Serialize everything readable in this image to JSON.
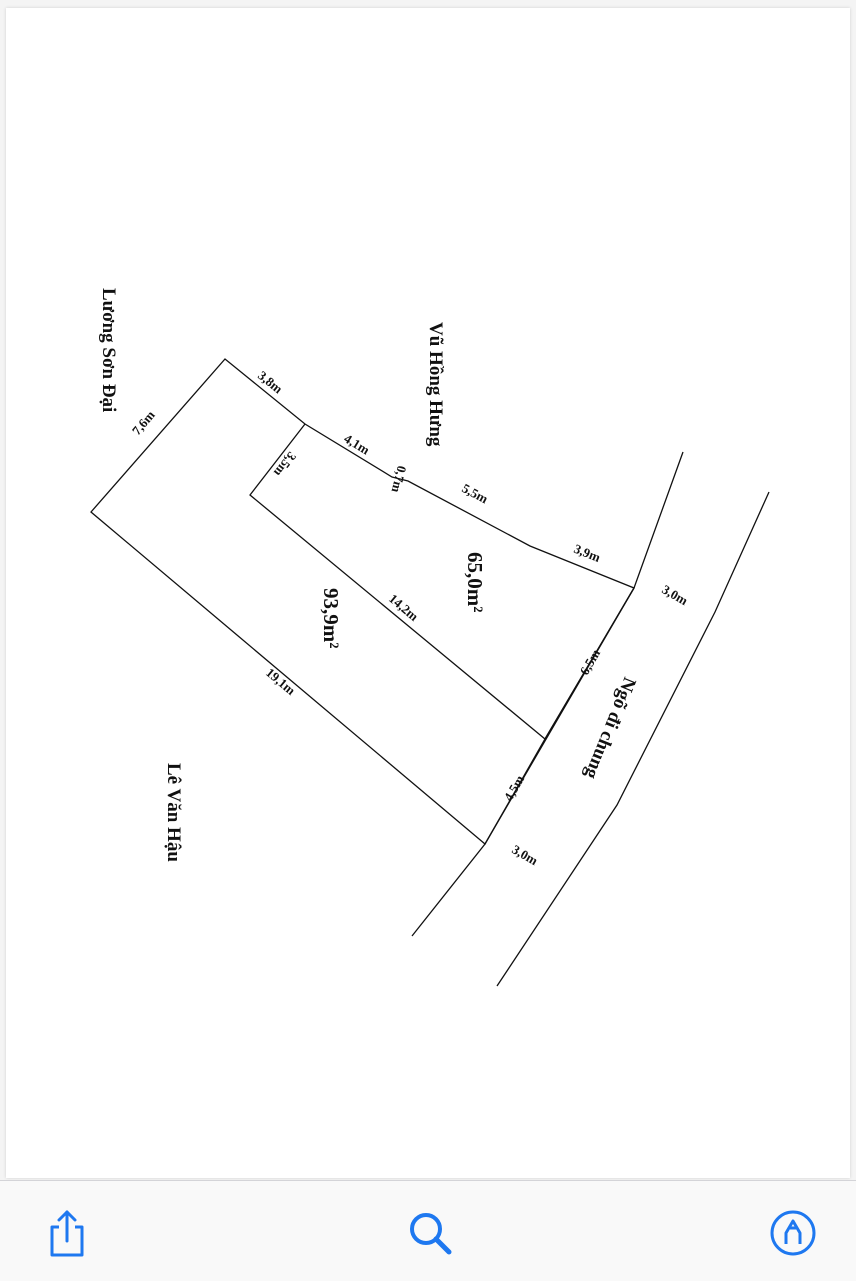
{
  "toolbar": {
    "share_label": "Share",
    "search_label": "Search",
    "markup_label": "Markup",
    "accent_color": "#1e78f0"
  },
  "plan": {
    "neighbors": {
      "top_left": "Lương Sơn Đại",
      "top_right": "Vũ Hồng Hưng",
      "bottom_left": "Lê Văn Hậu",
      "road": "Ngõ đi chung"
    },
    "areas": {
      "upper_lot": "65,0m²",
      "lower_lot": "93,9m²"
    },
    "dimensions": {
      "left_diagonal": "7,6m",
      "top_edge": "3,8m",
      "inner_top": "4,1m",
      "notch": "0,7m",
      "inner_left": "3,5m",
      "upper_right_a": "5,5m",
      "upper_right_b": "3,9m",
      "road_width_top": "3,0m",
      "divider": "14,2m",
      "front_upper": "6,5m",
      "front_lower": "4,5m",
      "long_side": "19,1m",
      "road_width_bottom": "3,0m"
    }
  }
}
